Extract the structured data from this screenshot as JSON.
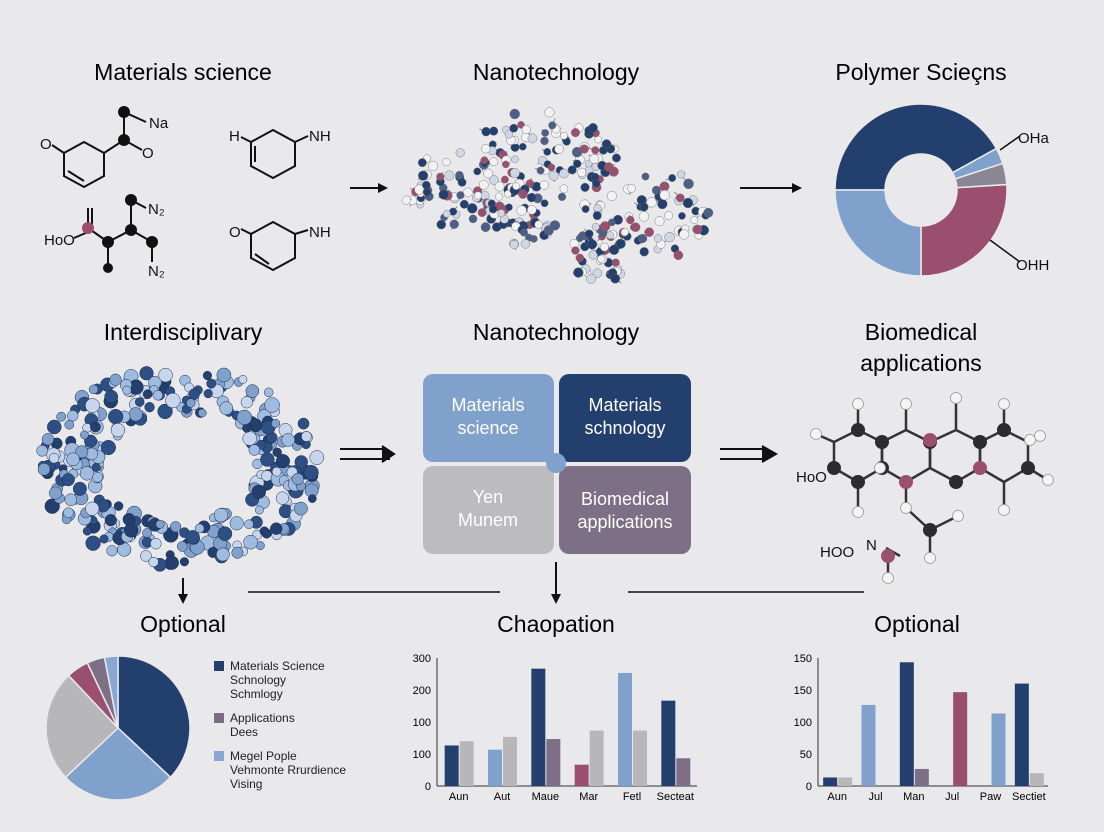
{
  "titles": {
    "top_left": "Materials science",
    "top_center": "Nanotechnology",
    "top_right": "Polymer Scieçns",
    "mid_left": "Interdisciplivary",
    "mid_center": "Nanotechnology",
    "mid_right_line1": "Biomedical",
    "mid_right_line2": "applications",
    "bot_left": "Optional",
    "bot_center": "Chaopation",
    "bot_right": "Optional"
  },
  "chem_labels": {
    "a_na": "Na",
    "a_o_left": "O",
    "a_o_right": "O",
    "b_h": "H",
    "b_nh": "NH",
    "c_hoo": "HoO",
    "c_n2_top": "N₂",
    "c_n2_bot": "N₂",
    "d_o": "O",
    "d_nh": "NH",
    "donut_oha": "OHa",
    "donut_ohh": "OHH",
    "bio_hoo": "HoO",
    "bio_hoo2": "HOO",
    "bio_n": "N"
  },
  "quadrants": {
    "q1_line1": "Materials",
    "q1_line2": "science",
    "q2_line1": "Materials",
    "q2_line2": "schnology",
    "q3_line1": "Yen",
    "q3_line2": "Munem",
    "q4_line1": "Biomedical",
    "q4_line2": "applications"
  },
  "legend": [
    {
      "lines": [
        "Materials Science",
        "Schnology",
        "Schmlogy"
      ],
      "color": "#233f6e"
    },
    {
      "lines": [
        "Applications",
        "Dees"
      ],
      "color": "#7c6a86"
    },
    {
      "lines": [
        "Megel Pople",
        "Vehmonte Rrurdience",
        "Vising"
      ],
      "color": "#8aa6d2"
    }
  ],
  "colors": {
    "navy": "#233f6e",
    "steel": "#7fa1cc",
    "mauve": "#9a4f6e",
    "grey": "#b7b7ba",
    "slate": "#7c6f86",
    "light": "#c6c6c8"
  },
  "chart_data": [
    {
      "type": "pie",
      "title": "Polymer Scieçns",
      "style": "donut",
      "slices": [
        {
          "color": "#233f6e",
          "value": 42
        },
        {
          "color": "#7fa1cc",
          "value": 3
        },
        {
          "color": "#8a8696",
          "value": 4
        },
        {
          "color": "#9a4f6e",
          "value": 26
        },
        {
          "color": "#7fa1cc",
          "value": 25
        }
      ]
    },
    {
      "type": "pie",
      "title": "Optional",
      "slices": [
        {
          "color": "#233f6e",
          "value": 37
        },
        {
          "color": "#7fa1cc",
          "value": 26
        },
        {
          "color": "#b7b7ba",
          "value": 25
        },
        {
          "color": "#9a4f6e",
          "value": 5
        },
        {
          "color": "#7c6f86",
          "value": 4
        },
        {
          "color": "#8aa6d2",
          "value": 3
        }
      ]
    },
    {
      "type": "bar",
      "title": "Chaopation",
      "categories": [
        "Aun",
        "Aut",
        "Maue",
        "Mar",
        "Fetl",
        "Secteat"
      ],
      "ytick_labels": [
        "0",
        "100",
        "100",
        "200",
        "300"
      ],
      "ylim": [
        0,
        300
      ],
      "series": [
        {
          "values": [
            95,
            85,
            275,
            50,
            265,
            200
          ],
          "colors": [
            "#233f6e",
            "#7fa1cc",
            "#233f6e",
            "#9a4f6e",
            "#7fa1cc",
            "#233f6e"
          ]
        },
        {
          "values": [
            105,
            115,
            110,
            130,
            130,
            65
          ],
          "colors": [
            "#b7b7ba",
            "#b7b7ba",
            "#7c6f86",
            "#b7b7ba",
            "#b7b7ba",
            "#7c6f86"
          ]
        }
      ]
    },
    {
      "type": "bar",
      "title": "Optional",
      "categories": [
        "Aun",
        "Jul",
        "Man",
        "Jul",
        "Paw",
        "Sectiet"
      ],
      "ytick_labels": [
        "0",
        "50",
        "100",
        "150",
        "150"
      ],
      "ylim": [
        0,
        150
      ],
      "series": [
        {
          "values": [
            10,
            95,
            145,
            0,
            0,
            120
          ],
          "colors": [
            "#233f6e",
            "#7fa1cc",
            "#233f6e",
            "#9a4f6e",
            "#7fa1cc",
            "#233f6e"
          ]
        },
        {
          "values": [
            10,
            0,
            20,
            110,
            85,
            15
          ],
          "colors": [
            "#b7b7ba",
            "#7fa1cc",
            "#7c6f86",
            "#9a4f6e",
            "#7fa1cc",
            "#b7b7ba"
          ]
        }
      ]
    }
  ]
}
